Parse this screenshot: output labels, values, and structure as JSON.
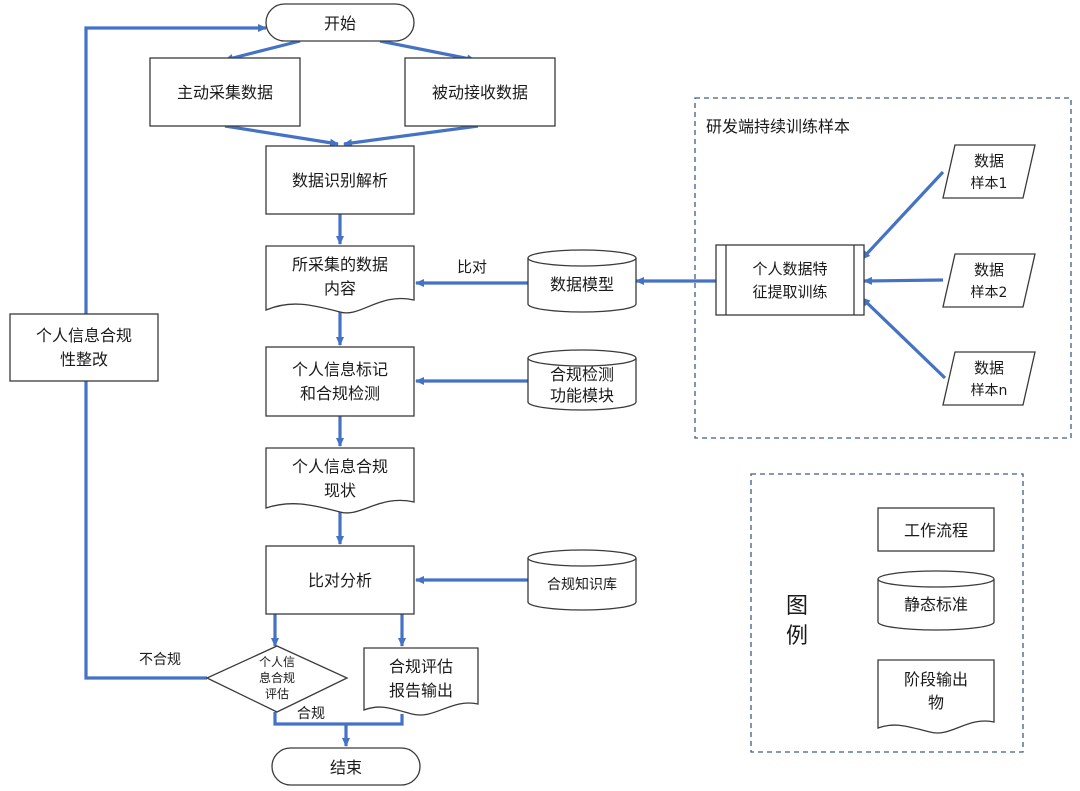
{
  "flow": {
    "start": "开始",
    "active_collect": "主动采集数据",
    "passive_receive": "被动接收数据",
    "identify_parse": "数据识别解析",
    "collected_content": [
      "所采集的数据",
      "内容"
    ],
    "mark_check": [
      "个人信息标记",
      "和合规检测"
    ],
    "status": [
      "个人信息合规",
      "现状"
    ],
    "compare_analysis": "比对分析",
    "decision": [
      "个人信",
      "息合规",
      "评估"
    ],
    "report": [
      "合规评估",
      "报告输出"
    ],
    "rectify": [
      "个人信息合规",
      "性整改"
    ],
    "end": "结束",
    "label_compare": "比对",
    "label_noncompliant": "不合规",
    "label_compliant": "合规"
  },
  "standards": {
    "data_model": "数据模型",
    "check_module": [
      "合规检测",
      "功能模块"
    ],
    "knowledge_base": "合规知识库"
  },
  "training": {
    "group_title": "研发端持续训练样本",
    "extract_train": [
      "个人数据特",
      "征提取训练"
    ],
    "samples": [
      [
        "数据",
        "样本1"
      ],
      [
        "数据",
        "样本2"
      ],
      [
        "数据",
        "样本n"
      ]
    ]
  },
  "legend": {
    "title": [
      "图",
      "例"
    ],
    "workflow": "工作流程",
    "static_standard": "静态标准",
    "stage_output": [
      "阶段输出",
      "物"
    ]
  },
  "colors": {
    "arrow": "#4472c4",
    "border": "#3a3a3a",
    "dashed": "#3e5c8a"
  }
}
